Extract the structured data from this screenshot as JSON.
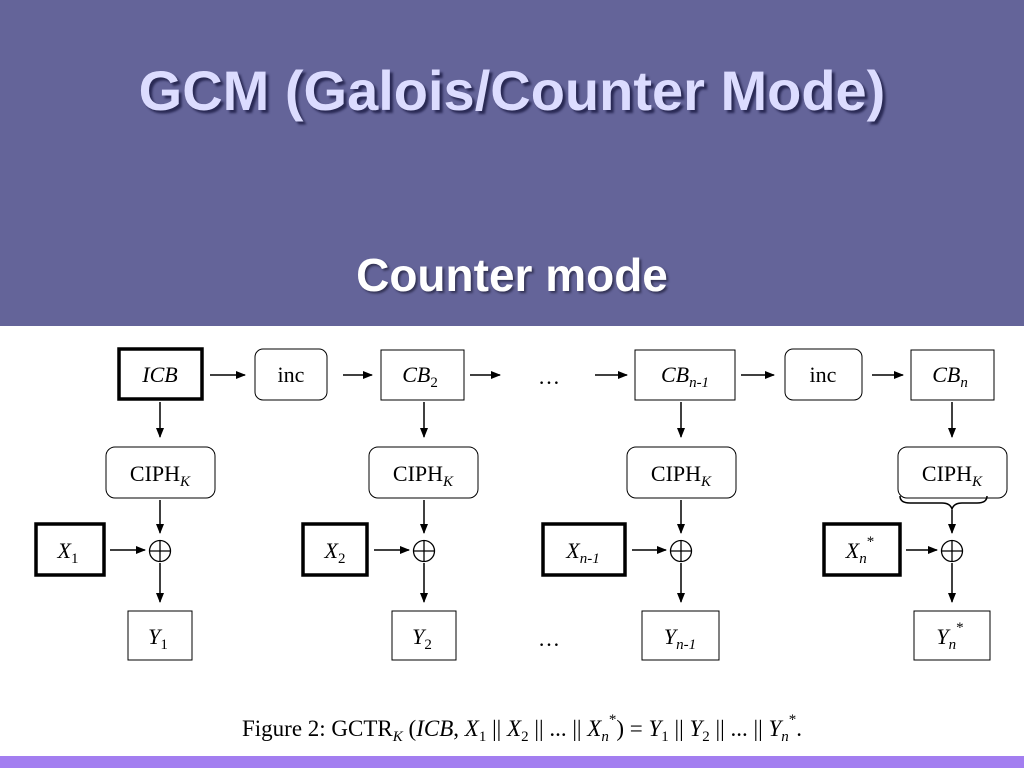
{
  "slide": {
    "title": "GCM (Galois/Counter Mode)",
    "subtitle": "Counter mode"
  },
  "diagram": {
    "top_row": [
      {
        "id": "icb",
        "main": "ICB",
        "sub": "",
        "italic": true,
        "bold_border": true
      },
      {
        "id": "inc1",
        "main": "inc",
        "sub": "",
        "italic": false
      },
      {
        "id": "cb2",
        "main": "CB",
        "sub": "2",
        "italic": true
      },
      {
        "id": "ellipsis_top",
        "main": "…"
      },
      {
        "id": "cbn1",
        "main": "CB",
        "sub": "n-1",
        "italic": true
      },
      {
        "id": "inc2",
        "main": "inc",
        "sub": "",
        "italic": false
      },
      {
        "id": "cbn",
        "main": "CB",
        "sub": "n",
        "italic": true
      }
    ],
    "cipher_label": {
      "main": "CIPH",
      "sub": "K"
    },
    "xor_symbol": "⊕",
    "inputs": [
      {
        "main": "X",
        "sub": "1",
        "sup": ""
      },
      {
        "main": "X",
        "sub": "2",
        "sup": ""
      },
      {
        "main": "X",
        "sub": "n-1",
        "sup": ""
      },
      {
        "main": "X",
        "sub": "n",
        "sup": "*"
      }
    ],
    "outputs": [
      {
        "main": "Y",
        "sub": "1",
        "sup": ""
      },
      {
        "main": "Y",
        "sub": "2",
        "sup": ""
      },
      {
        "main": "Y",
        "sub": "n-1",
        "sup": ""
      },
      {
        "main": "Y",
        "sub": "n",
        "sup": "*"
      }
    ],
    "ellipsis_bottom": "…",
    "caption": {
      "prefix": "Figure 2:  GCTR",
      "prefix_sub": "K",
      "open": " (",
      "icb": "ICB",
      "x1": "X",
      "x1_sub": "1",
      "sep1": " || ",
      "x2": "X",
      "x2_sub": "2",
      "sep2": " || ... || ",
      "xn": "X",
      "xn_sub": "n",
      "xn_sup": "*",
      "equals": ") = ",
      "y1": "Y",
      "y1_sub": "1",
      "sep3": " || ",
      "y2": "Y",
      "y2_sub": "2",
      "sep4": " || ... || ",
      "yn": "Y",
      "yn_sub": "n",
      "yn_sup": "*",
      "end": "."
    }
  },
  "colors": {
    "header_bg": "#646499",
    "title_text": "#dcdcff",
    "bottom_bar": "#a37ef0"
  }
}
